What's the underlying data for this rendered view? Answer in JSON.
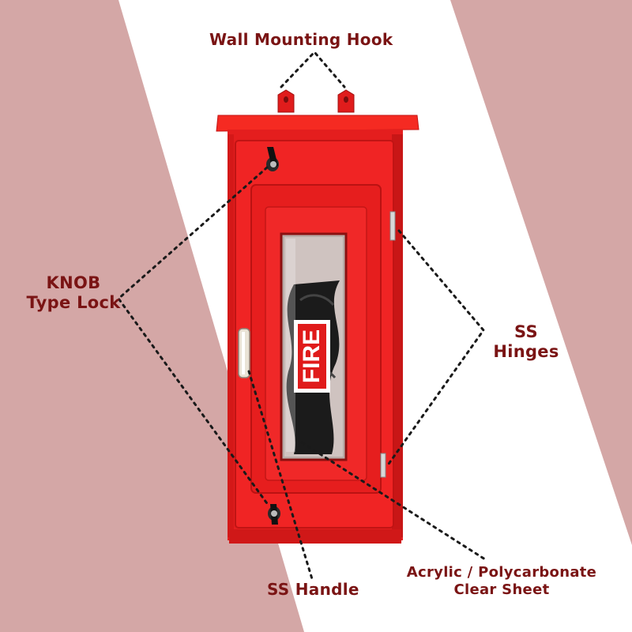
{
  "callouts": {
    "wall_mounting_hook": "Wall Mounting Hook",
    "knob_type_lock": [
      "KNOB",
      "Type Lock"
    ],
    "ss_hinges": [
      "SS",
      "Hinges"
    ],
    "ss_handle": "SS Handle",
    "clear_sheet": [
      "Acrylic / Polycarbonate",
      "Clear Sheet"
    ]
  },
  "cabinet_sign": "FIRE",
  "colors": {
    "background": "#d4a7a6",
    "white_stripe": "#ffffff",
    "label_text": "#7a1414",
    "cabinet_red": "#ee2020"
  }
}
